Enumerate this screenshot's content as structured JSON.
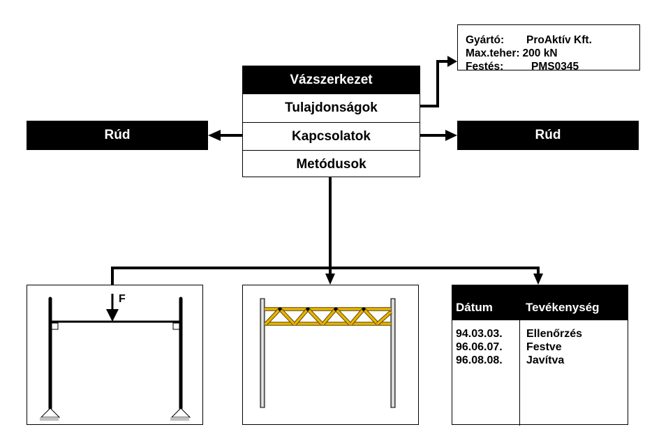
{
  "main_class": {
    "title": "Vázszerkezet",
    "rows": [
      "Tulajdonságok",
      "Kapcsolatok",
      "Metódusok"
    ]
  },
  "linked_objects": {
    "left": "Rúd",
    "right": "Rúd"
  },
  "properties": [
    {
      "key": "Gyártó:",
      "value": "ProAktív Kft."
    },
    {
      "key": "Max.teher:",
      "value": "200 kN"
    },
    {
      "key": "Festés:",
      "value": "PMS0345"
    }
  ],
  "methods": {
    "frame_diagram": {
      "force_label": "F"
    },
    "truss_diagram": {
      "truss_color": "#e8b400"
    },
    "activity_log": {
      "headers": [
        "Dátum",
        "Tevékenység"
      ],
      "rows": [
        {
          "date": "94.03.03.",
          "activity": "Ellenőrzés"
        },
        {
          "date": "96.06.07.",
          "activity": "Festve"
        },
        {
          "date": "96.08.08.",
          "activity": "Javítva"
        }
      ]
    }
  }
}
